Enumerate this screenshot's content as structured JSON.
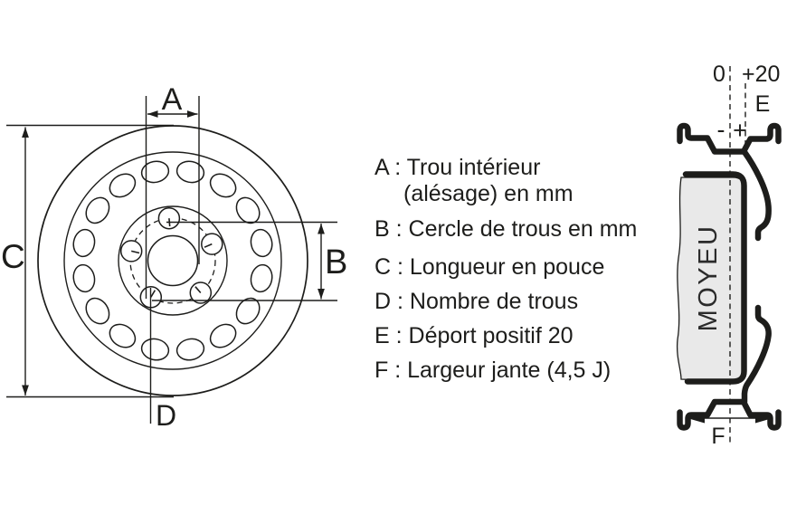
{
  "front_view": {
    "dim_labels": {
      "a": "A",
      "b": "B",
      "c": "C",
      "d": "D"
    },
    "bolt_hole_count": 5,
    "vent_hole_count": 16
  },
  "legend": {
    "lines": [
      "A : Trou intérieur",
      "(alésage) en mm",
      "B : Cercle de trous en mm",
      "C : Longueur en pouce",
      "D : Nombre de trous",
      "E : Déport positif 20",
      "F : Largeur jante (4,5 J)"
    ]
  },
  "section_view": {
    "scale_zero": "0",
    "scale_plus20": "+20",
    "label_e": "E",
    "sign_minus": "-",
    "sign_plus": "+",
    "hub_label": "MOYEU",
    "label_f": "F"
  },
  "colors": {
    "line": "#1d1d1b",
    "hub_fill": "#e9e9e9",
    "wheel_mid": "#9db2c0",
    "background": "#ffffff"
  }
}
